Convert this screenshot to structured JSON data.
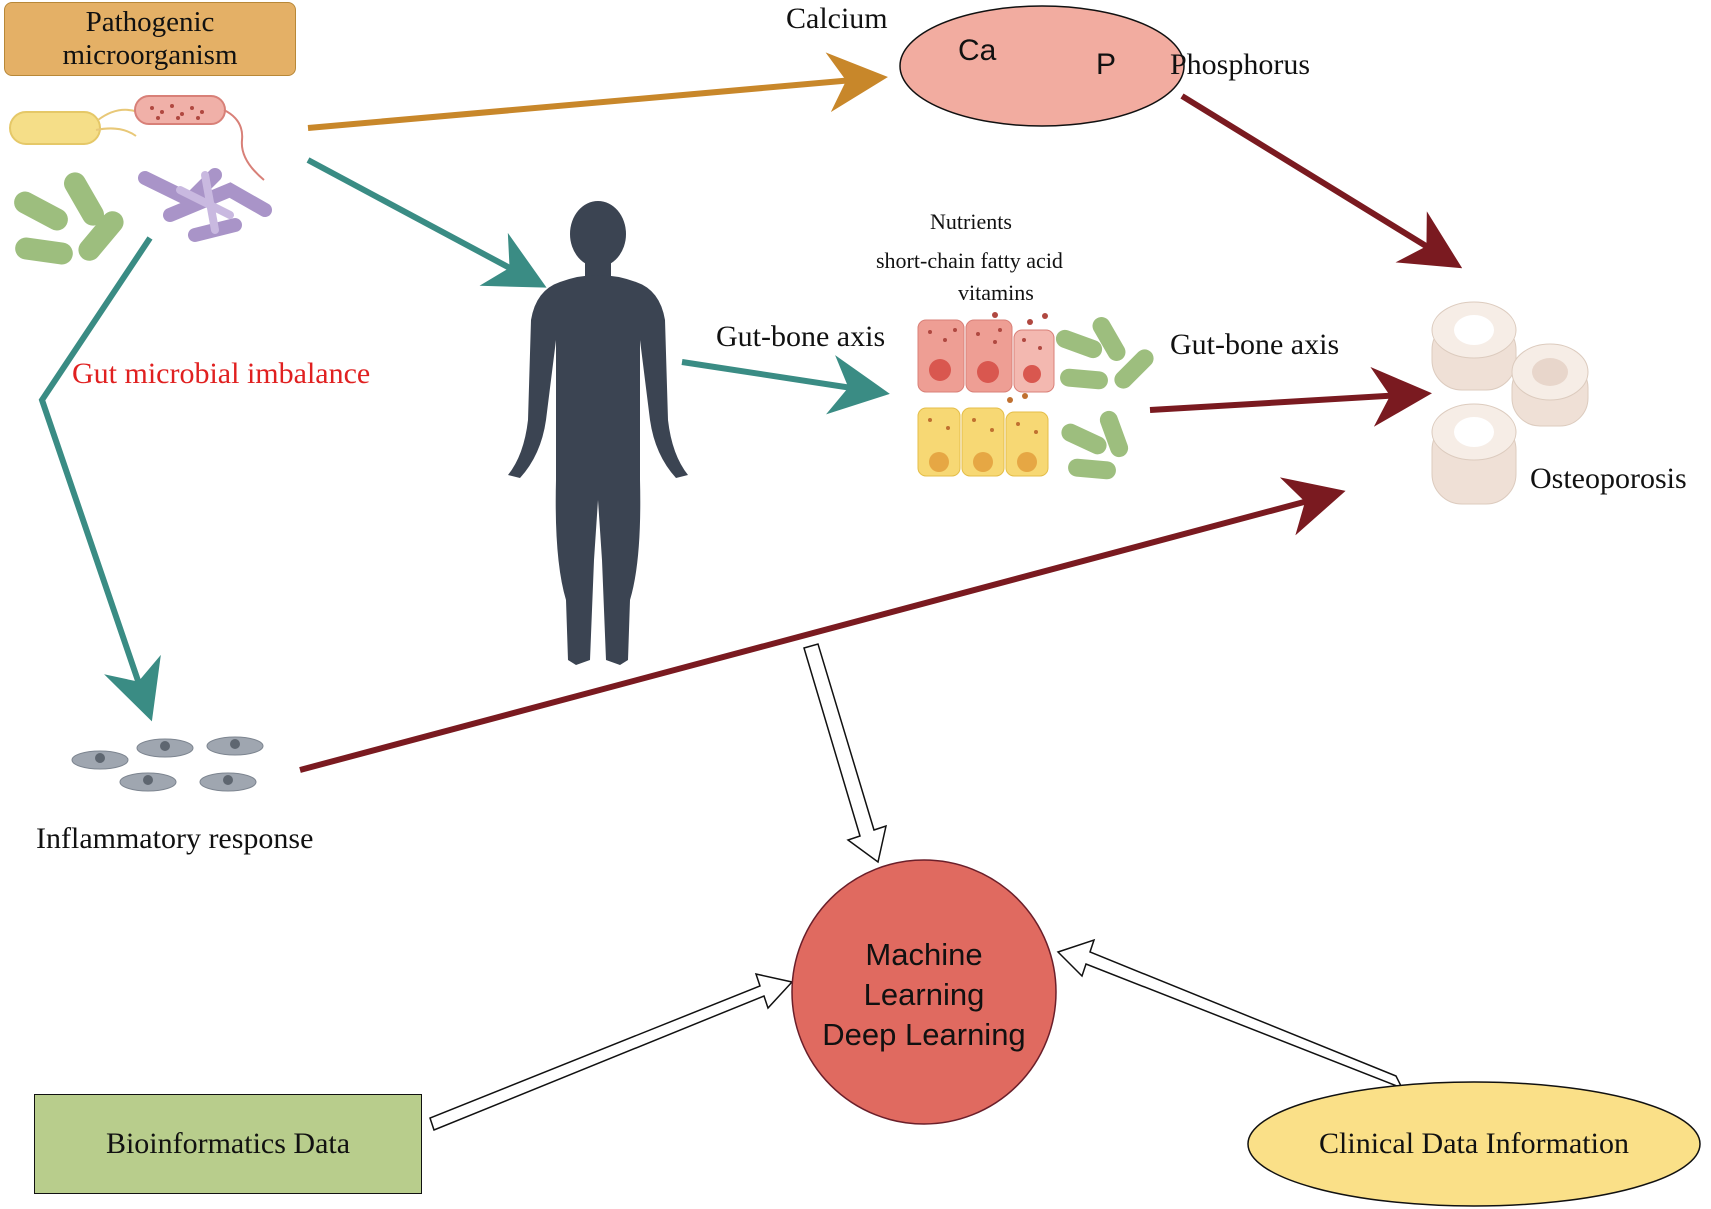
{
  "colors": {
    "orange_arrow": "#C8872A",
    "teal_arrow": "#3A8C84",
    "maroon_arrow": "#7A1A20",
    "red_text": "#E02020",
    "ml_circle": "#E06A60",
    "ca_p_ellipse": "#F2ACA0",
    "pathogen_box": "#E4B066",
    "bioinfo_box": "#B8CD8C",
    "clinical_ellipse": "#FAE088",
    "human_silhouette": "#3B4452"
  },
  "labels": {
    "pathogen_box": "Pathogenic\nmicroorganism",
    "calcium": "Calcium",
    "ca_symbol": "Ca",
    "p_symbol": "P",
    "phosphorus": "Phosphorus",
    "nutrients": "Nutrients",
    "scfa": "short-chain fatty acid",
    "vitamins": "vitamins",
    "gut_bone_axis_left": "Gut-bone axis",
    "gut_bone_axis_right": "Gut-bone axis",
    "gut_imbalance": "Gut microbial imbalance",
    "osteoporosis": "Osteoporosis",
    "inflammatory": "Inflammatory response",
    "ml_line1": "Machine",
    "ml_line2": "Learning",
    "ml_line3": "Deep Learning",
    "bioinformatics": "Bioinformatics Data",
    "clinical": "Clinical Data Information"
  },
  "icons": {
    "bacteria": "bacteria-cluster-icon",
    "human": "human-silhouette-icon",
    "intestinal_cells": "intestinal-cells-icon",
    "bones": "bone-cross-section-icon",
    "inflammation": "inflammatory-cells-icon"
  }
}
